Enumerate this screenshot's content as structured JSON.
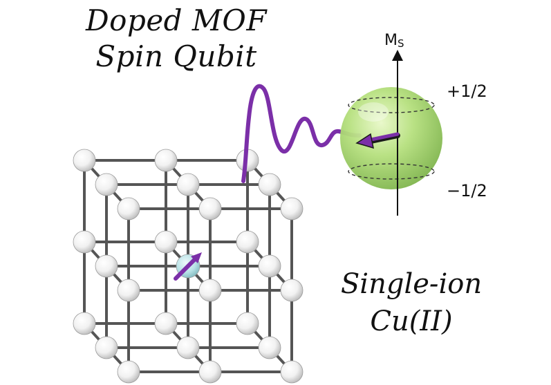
{
  "title": {
    "line1": "Doped MOF",
    "line2": "Spin Qubit"
  },
  "caption": {
    "line1": "Single-ion",
    "line2": "Cu(II)"
  },
  "sphere": {
    "axis_label_main": "M",
    "axis_label_sub": "S",
    "state_up": "+1/2",
    "state_down": "−1/2"
  },
  "colors": {
    "wave": "#7b2fa8",
    "sphere": "#9fd36a",
    "lattice_bar": "#555555",
    "node": "#f4f4f4",
    "dopant": "#a9dce0"
  },
  "icons": [
    "spin-arrow-icon",
    "bloch-sphere-icon",
    "lattice-cube-icon"
  ]
}
